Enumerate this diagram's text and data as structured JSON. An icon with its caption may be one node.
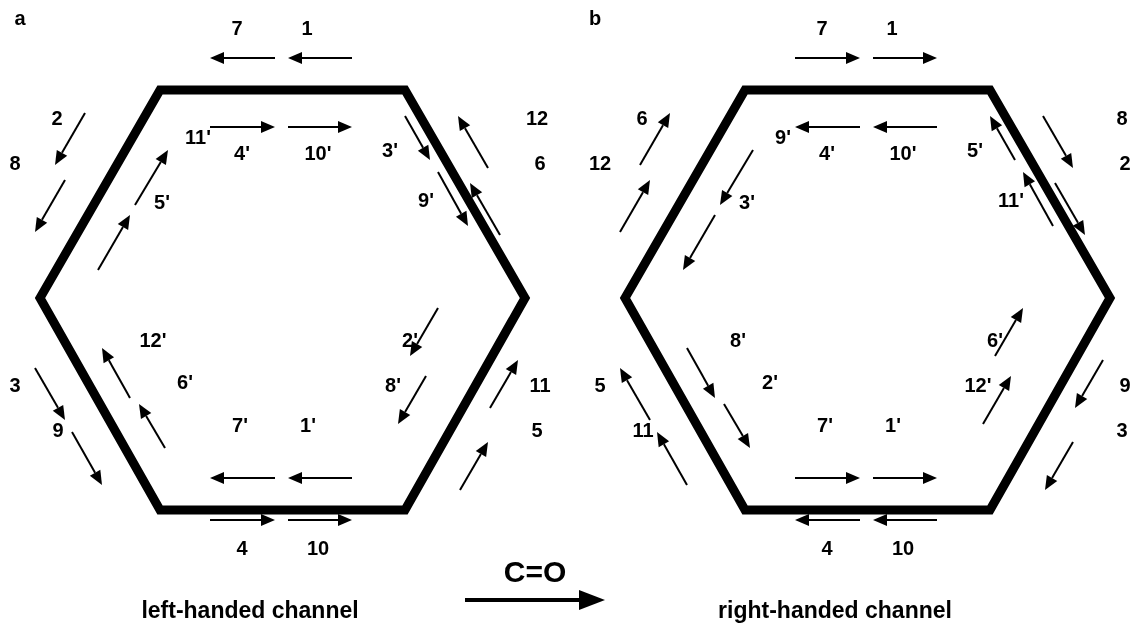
{
  "diagram": {
    "labels": [
      "a",
      "7",
      "1",
      "2",
      "12",
      "4'",
      "10'",
      "11'",
      "8",
      "3'",
      "6",
      "5'",
      "9'",
      "12'",
      "2'",
      "3",
      "6'",
      "8'",
      "11",
      "9",
      "7'",
      "1'",
      "5",
      "4",
      "10",
      "left-handed channel",
      "C=O",
      "b",
      "7",
      "1",
      "6",
      "8",
      "4'",
      "10'",
      "9'",
      "12",
      "5'",
      "2",
      "3'",
      "11'",
      "8'",
      "6'",
      "5",
      "2'",
      "12'",
      "9",
      "11",
      "7'",
      "1'",
      "3",
      "4",
      "10",
      "right-handed channel"
    ]
  }
}
